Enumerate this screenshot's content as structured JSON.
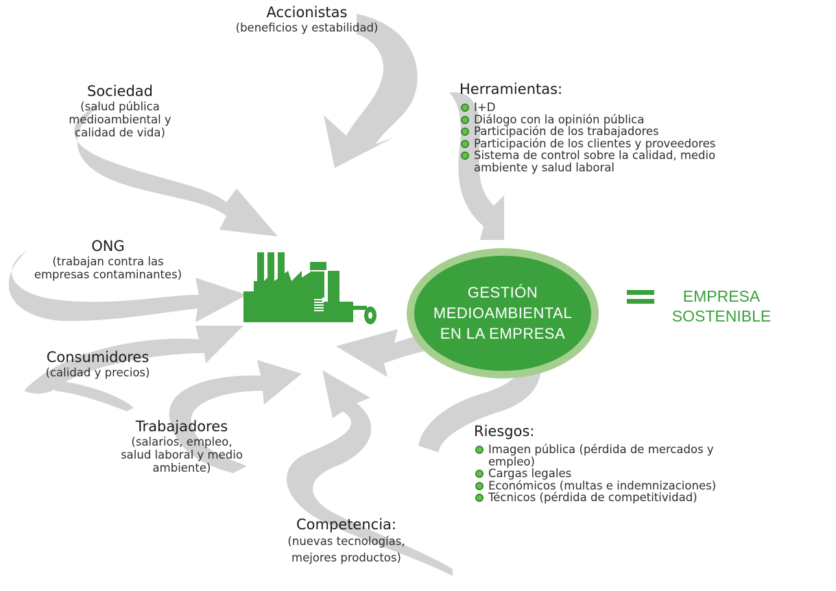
{
  "colors": {
    "arrow": "#d2d2d2",
    "green": "#39a03b",
    "green_light": "#a5cf8f",
    "bullet": "#6dbd45"
  },
  "stakeholders": {
    "accionistas": {
      "title": "Accionistas",
      "desc": [
        "(beneficios y estabilidad)"
      ]
    },
    "sociedad": {
      "title": "Sociedad",
      "desc": [
        "(salud pública",
        "medioambiental y",
        "calidad de vida)"
      ]
    },
    "ong": {
      "title": "ONG",
      "desc": [
        "(trabajan contra las",
        "empresas contaminantes)"
      ]
    },
    "consumidores": {
      "title": "Consumidores",
      "desc": [
        "(calidad y precios)"
      ]
    },
    "trabajadores": {
      "title": "Trabajadores",
      "desc": [
        "(salarios, empleo,",
        "salud laboral y medio",
        "ambiente)"
      ]
    },
    "competencia": {
      "title": "Competencia:",
      "desc": [
        "(nuevas tecnologías,",
        "mejores productos)"
      ]
    }
  },
  "herramientas": {
    "title": "Herramientas:",
    "items": [
      [
        "I+D"
      ],
      [
        "Diálogo con la opinión pública"
      ],
      [
        "Participación de los trabajadores"
      ],
      [
        "Participación de los clientes y proveedores"
      ],
      [
        "Sistema de control sobre la calidad, medio",
        "ambiente y salud laboral"
      ]
    ]
  },
  "riesgos": {
    "title": "Riesgos:",
    "items": [
      [
        "Imagen pública (pérdida de mercados y",
        "empleo)"
      ],
      [
        "Cargas legales"
      ],
      [
        "Económicos (multas e indemnizaciones)"
      ],
      [
        "Técnicos (pérdida de competitividad)"
      ]
    ]
  },
  "center": {
    "lines": [
      "GESTIÓN",
      "MEDIOAMBIENTAL",
      "EN LA EMPRESA"
    ]
  },
  "result": {
    "lines": [
      "EMPRESA",
      "SOSTENIBLE"
    ]
  },
  "icons": {
    "factory": "factory-icon",
    "equals": "equals-sign-icon"
  }
}
